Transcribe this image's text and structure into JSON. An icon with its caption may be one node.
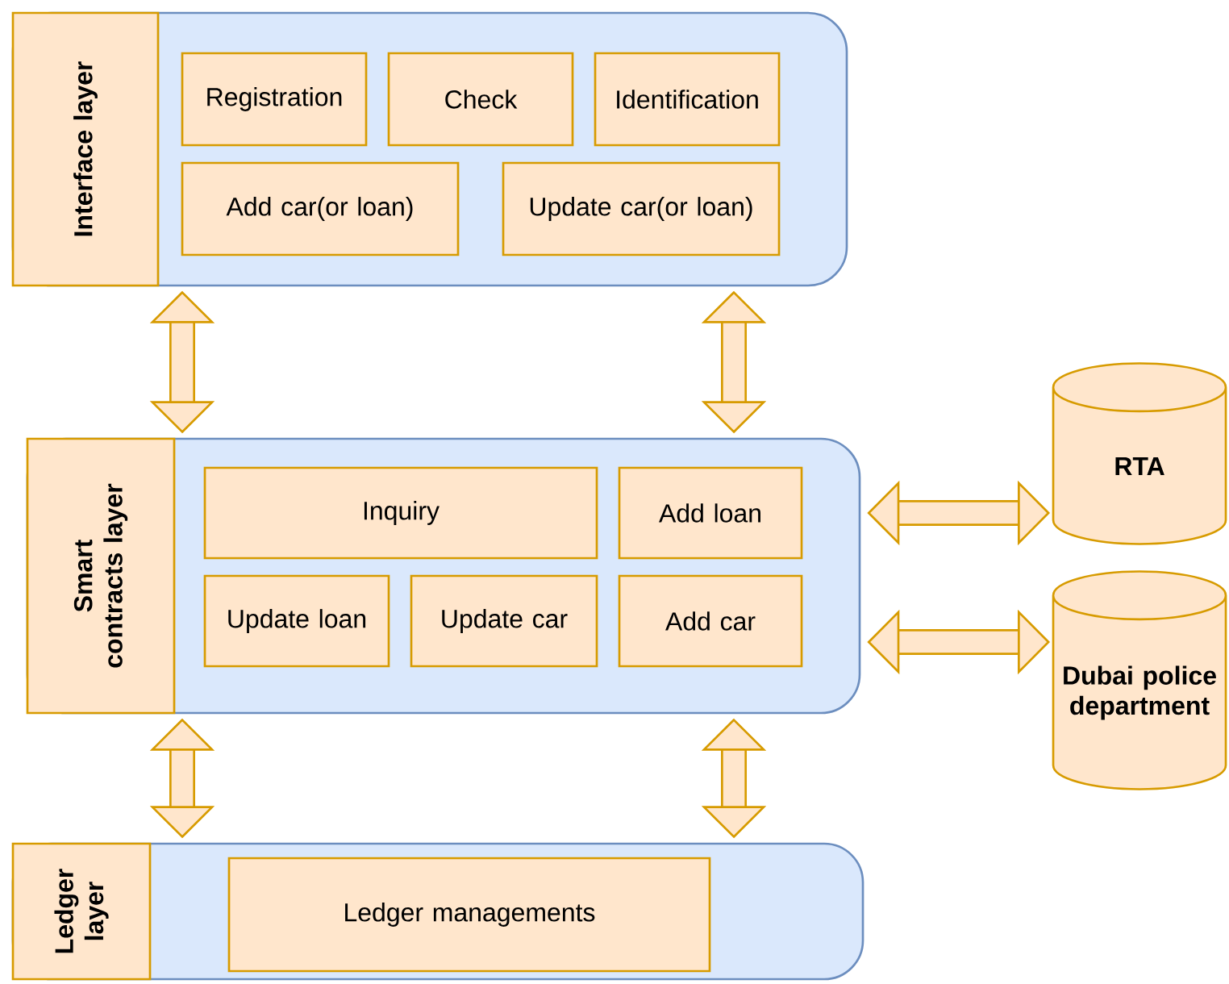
{
  "diagram": {
    "nodes": [
      {
        "text": [
          "Interface layer"
        ]
      },
      {
        "text": [
          "Registration"
        ],
        "in": 0
      },
      {
        "text": [
          "Check"
        ],
        "in": 0
      },
      {
        "text": [
          "Identification"
        ],
        "in": 0
      },
      {
        "text": [
          "Add car(or loan)"
        ],
        "in": 0
      },
      {
        "text": [
          "Update car(or loan)"
        ],
        "in": 0
      },
      {
        "text": [
          "Smart contracts layer"
        ]
      },
      {
        "text": [
          "Inquiry"
        ],
        "in": 6
      },
      {
        "text": [
          "Add loan"
        ],
        "in": 6
      },
      {
        "text": [
          "Update loan"
        ],
        "in": 6
      },
      {
        "text": [
          "Update car"
        ],
        "in": 6
      },
      {
        "text": [
          "Add car"
        ],
        "in": 6
      },
      {
        "text": [
          "Ledger layer"
        ]
      },
      {
        "text": [
          "Ledger managements"
        ],
        "in": 12
      },
      {
        "text": [
          "RTA"
        ]
      },
      {
        "text": [
          "Dubai police department"
        ]
      }
    ],
    "edges": [
      {
        "from": 0,
        "to": 6,
        "arrow": "both"
      },
      {
        "from": 0,
        "to": 6,
        "arrow": "both"
      },
      {
        "from": 6,
        "to": 12,
        "arrow": "both"
      },
      {
        "from": 6,
        "to": 12,
        "arrow": "both"
      },
      {
        "from": 6,
        "to": 14,
        "arrow": "both"
      },
      {
        "from": 6,
        "to": 15,
        "arrow": "both"
      }
    ]
  }
}
